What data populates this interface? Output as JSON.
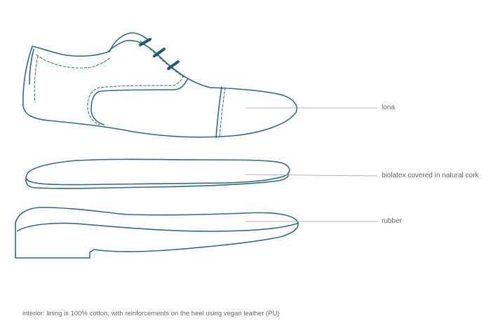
{
  "colors": {
    "outline": "#2e6b84",
    "laces": "#1d5a6e",
    "leader": "#b3b3b3",
    "text": "#666666"
  },
  "parts": [
    {
      "label": "lona",
      "icon": "upper-shoe-outline"
    },
    {
      "label": "biolatex covered in natural cork",
      "icon": "insole-outline"
    },
    {
      "label": "rubber",
      "icon": "rubber-sole-outline"
    }
  ],
  "footnote": "interior: lining is 100% cotton, with reinforcements on the heel using vegan leather (PU)"
}
